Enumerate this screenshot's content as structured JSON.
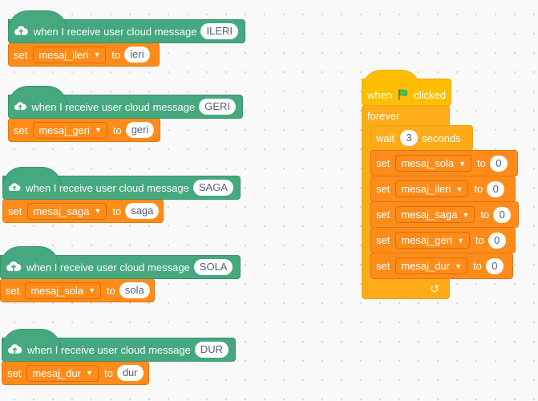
{
  "cloud_scripts": [
    {
      "event": "when I receive user cloud message",
      "message": "ILERI",
      "set": "set",
      "variable": "mesaj_ileri",
      "to": "to",
      "value": "ieri"
    },
    {
      "event": "when I receive user cloud message",
      "message": "GERI",
      "set": "set",
      "variable": "mesaj_geri",
      "to": "to",
      "value": "geri"
    },
    {
      "event": "when I receive user cloud message",
      "message": "SAGA",
      "set": "set",
      "variable": "mesaj_saga",
      "to": "to",
      "value": "saga"
    },
    {
      "event": "when I receive user cloud message",
      "message": "SOLA",
      "set": "set",
      "variable": "mesaj_sola",
      "to": "to",
      "value": "sola"
    },
    {
      "event": "when I receive user cloud message",
      "message": "DUR",
      "set": "set",
      "variable": "mesaj_dur",
      "to": "to",
      "value": "dur"
    }
  ],
  "main_script": {
    "hat_when": "when",
    "hat_clicked": "clicked",
    "forever": "forever",
    "wait": {
      "label": "wait",
      "value": "3",
      "unit": "seconds"
    },
    "sets": [
      {
        "set": "set",
        "variable": "mesaj_sola",
        "to": "to",
        "value": "0"
      },
      {
        "set": "set",
        "variable": "mesaj_ileri",
        "to": "to",
        "value": "0"
      },
      {
        "set": "set",
        "variable": "mesaj_saga",
        "to": "to",
        "value": "0"
      },
      {
        "set": "set",
        "variable": "mesaj_geri",
        "to": "to",
        "value": "0"
      },
      {
        "set": "set",
        "variable": "mesaj_dur",
        "to": "to",
        "value": "0"
      }
    ],
    "loop_arrow": "↺"
  },
  "icons": {
    "cloud": "cloud-upload-icon",
    "flag": "green-flag-icon",
    "dropdown": "dropdown-arrow-icon",
    "loop": "loop-arrow-icon"
  },
  "colors": {
    "events_green": "#46a87e",
    "variables_orange": "#ff8c1a",
    "control_yellow": "#ffab19",
    "hat_yellow": "#ffbf00",
    "flag_green": "#4cbf56"
  }
}
